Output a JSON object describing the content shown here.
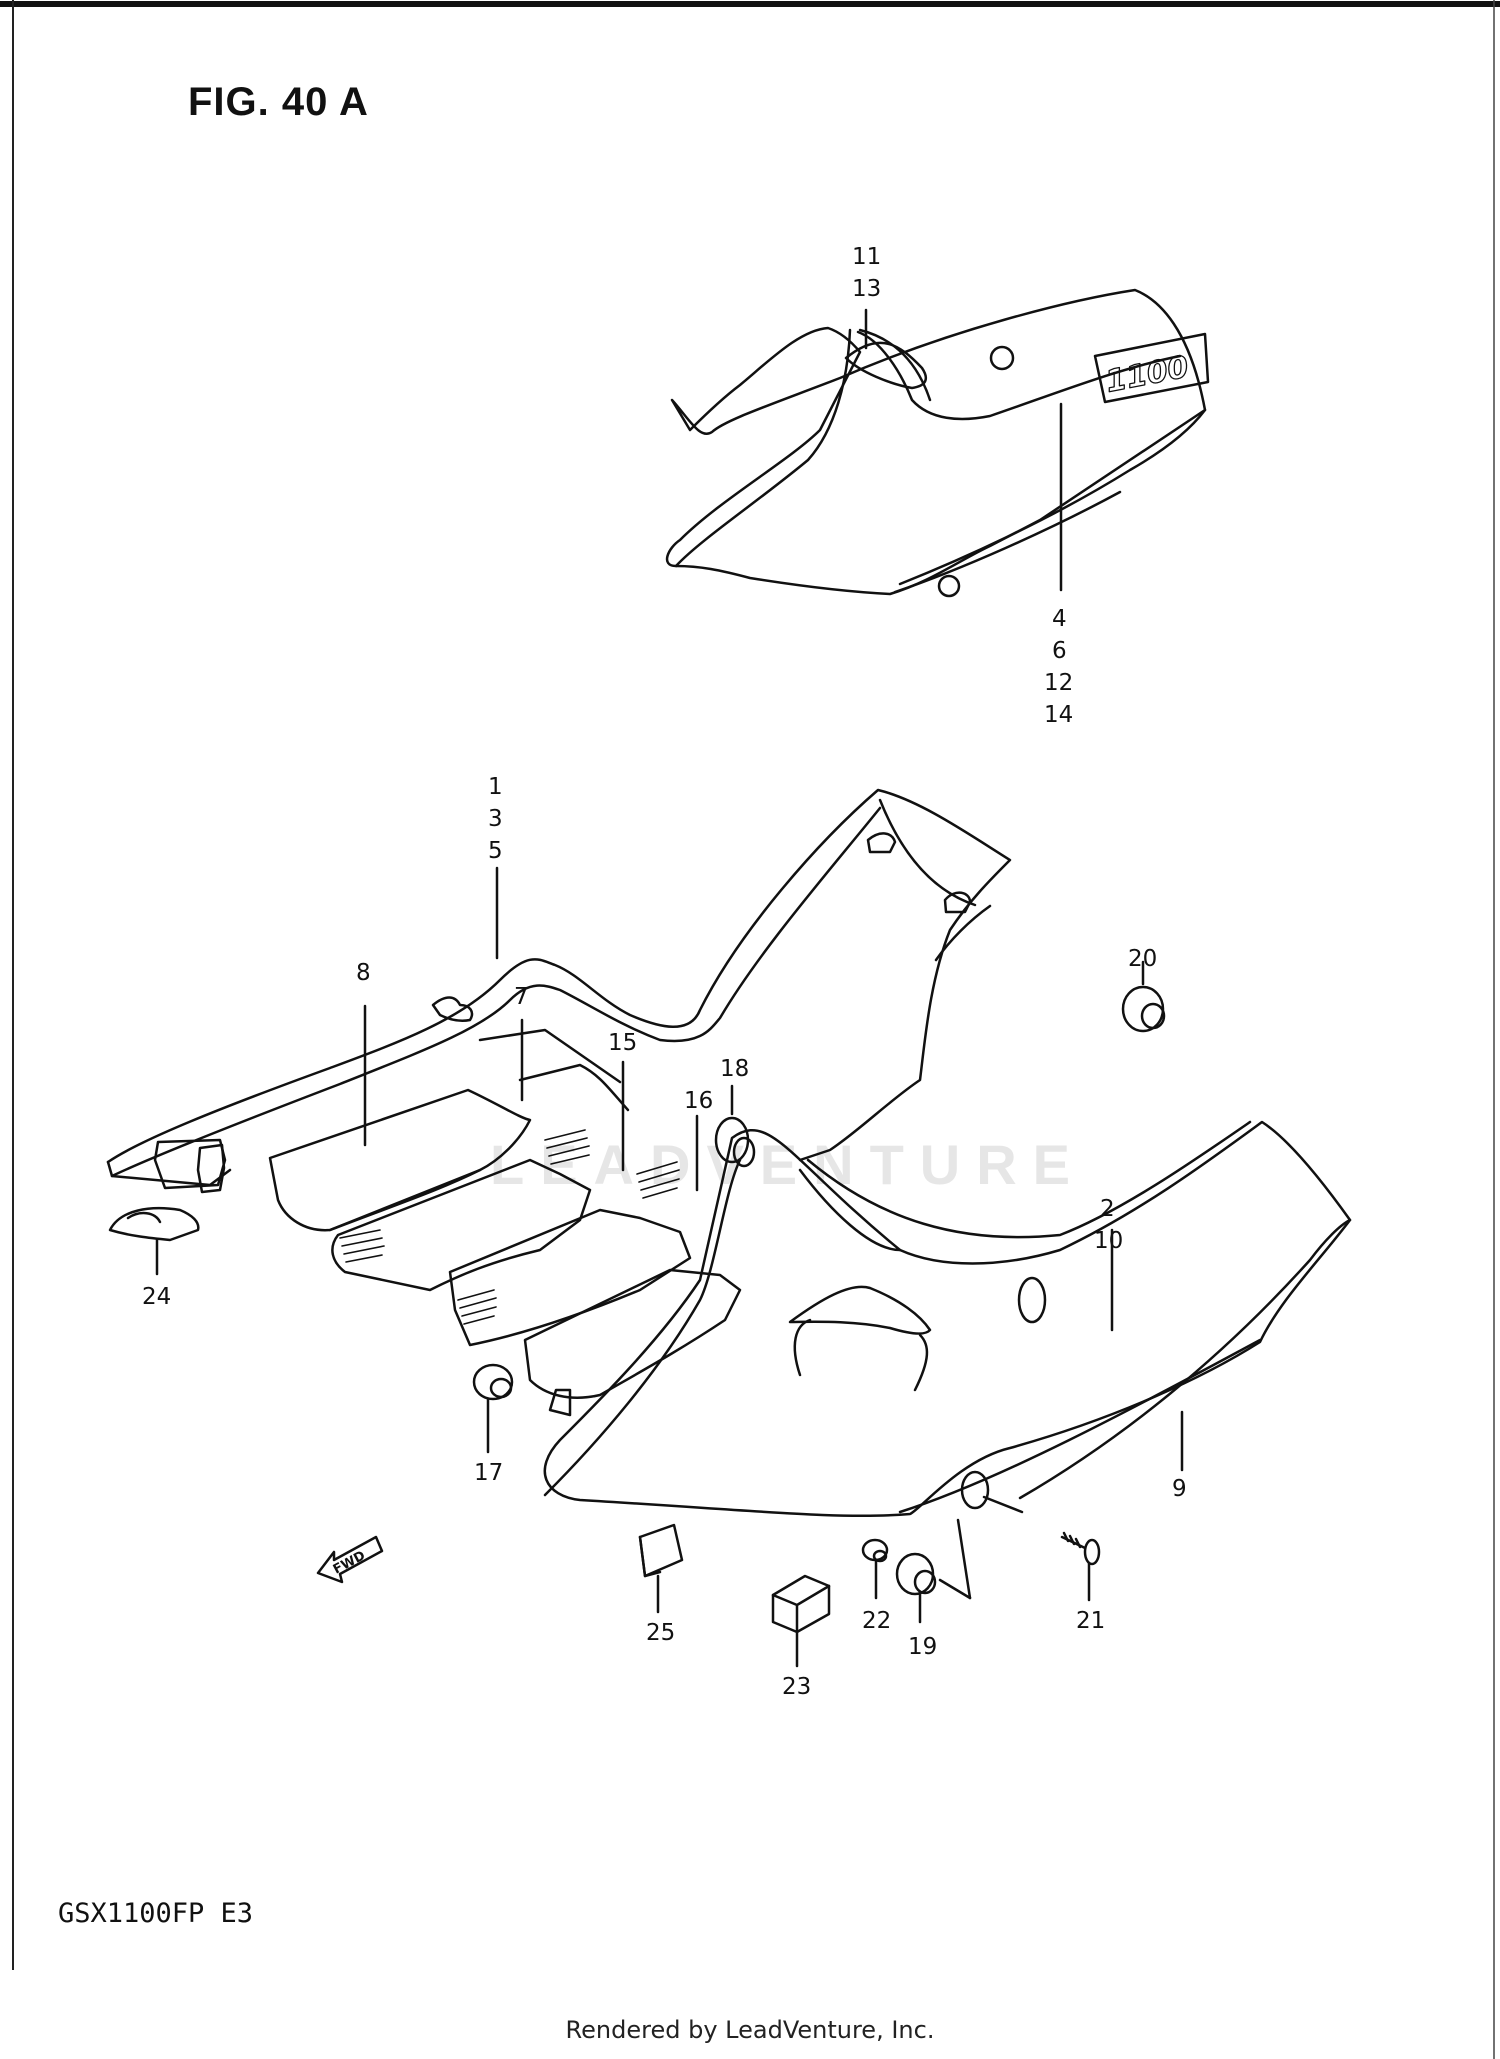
{
  "figure_title": "FIG. 40 A",
  "model_code": "GSX1100FP  E3",
  "footer_text": "Rendered by LeadVenture, Inc.",
  "watermark_text": "LEADVENTURE",
  "emblem_text": "1100",
  "fwd_label": "FWD",
  "callouts": {
    "c11": "11",
    "c13": "13",
    "c4": "4",
    "c6": "6",
    "c12": "12",
    "c14": "14",
    "c1": "1",
    "c3": "3",
    "c5": "5",
    "c8": "8",
    "c7": "7",
    "c15": "15",
    "c18": "18",
    "c16": "16",
    "c20": "20",
    "c2": "2",
    "c10": "10",
    "c9": "9",
    "c24": "24",
    "c17": "17",
    "c25": "25",
    "c23": "23",
    "c22": "22",
    "c19": "19",
    "c21": "21"
  },
  "colors": {
    "ink": "#111111",
    "watermark": "#e6e6e6",
    "background": "#ffffff"
  }
}
